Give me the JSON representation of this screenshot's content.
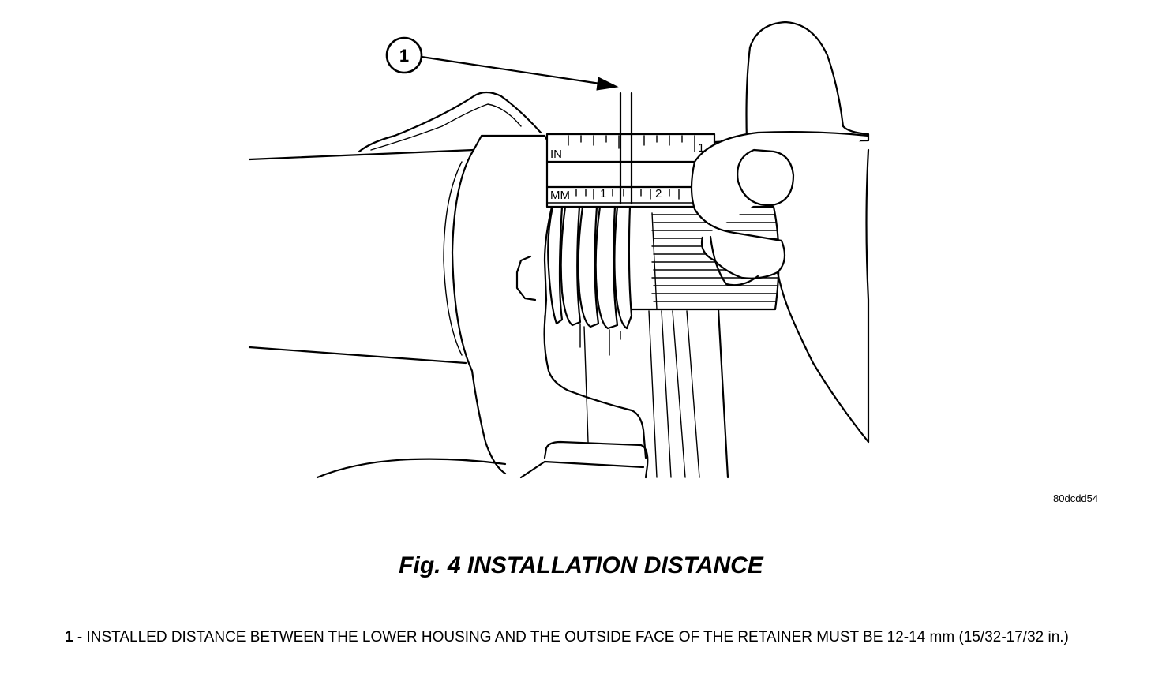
{
  "diagram": {
    "callout_number": "1",
    "scale": {
      "inch_label": "IN",
      "inch_mark": "1",
      "mm_label": "MM",
      "mm_mark_1": "1",
      "mm_mark_2": "2"
    },
    "figure_code": "80dcdd54"
  },
  "caption": {
    "title": "Fig. 4 INSTALLATION DISTANCE"
  },
  "legend": {
    "items": [
      {
        "number": "1",
        "separator": " - ",
        "text": "INSTALLED DISTANCE BETWEEN THE LOWER HOUSING AND THE OUTSIDE FACE OF THE RETAINER MUST BE 12-14 mm (15/32-17/32 in.)"
      }
    ]
  }
}
